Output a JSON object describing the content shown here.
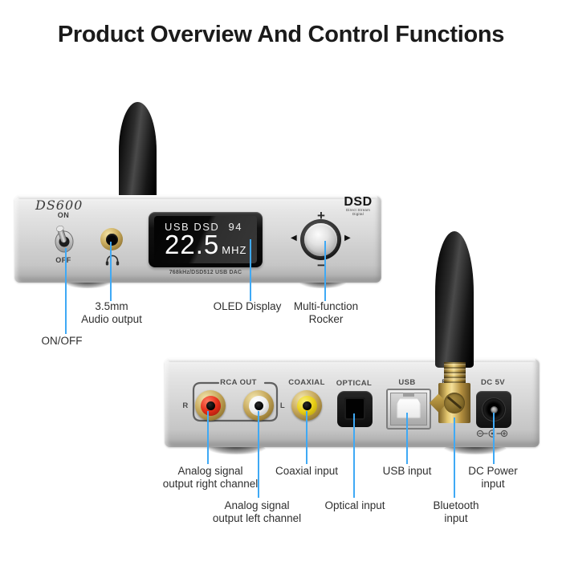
{
  "page": {
    "title": "Product Overview And Control Functions"
  },
  "colors": {
    "accent_leader_line": "#3fa9f5",
    "rca_red": "#e42f1a",
    "rca_white": "#f2f2f2",
    "coax_yellow": "#e9cf17",
    "connector_gold": "#c7a95c",
    "display_text": "#ffffff"
  },
  "front": {
    "brand": "DS600",
    "switch_on": "ON",
    "switch_off": "OFF",
    "display_source": "USB DSD",
    "display_value": "94",
    "display_freq": "22.5",
    "display_unit": "MHZ",
    "panel_caption": "768kHz/DSD512 USB DAC",
    "dsd_logo": "DSD",
    "dsd_sub": "Direct Stream Digital",
    "rocker_plus": "+",
    "rocker_minus": "−",
    "rocker_left": "◀",
    "rocker_right": "▶",
    "labels": {
      "power": "ON/OFF",
      "audio_1": "3.5mm",
      "audio_2": "Audio output",
      "oled": "OLED Display",
      "rocker_1": "Multi-function",
      "rocker_2": "Rocker"
    }
  },
  "back": {
    "rca_group": "RCA OUT",
    "rca_right": "R",
    "rca_left": "L",
    "port_coaxial": "COAXIAL",
    "port_optical": "OPTICAL",
    "port_usb": "USB",
    "port_bt": "BT",
    "port_dc": "DC 5V",
    "labels": {
      "rca_r_1": "Analog signal",
      "rca_r_2": "output right channel",
      "rca_l_1": "Analog signal",
      "rca_l_2": "output left channel",
      "coaxial": "Coaxial input",
      "optical": "Optical input",
      "usb": "USB input",
      "bt_1": "Bluetooth",
      "bt_2": "input",
      "dc_1": "DC Power",
      "dc_2": "input"
    }
  }
}
